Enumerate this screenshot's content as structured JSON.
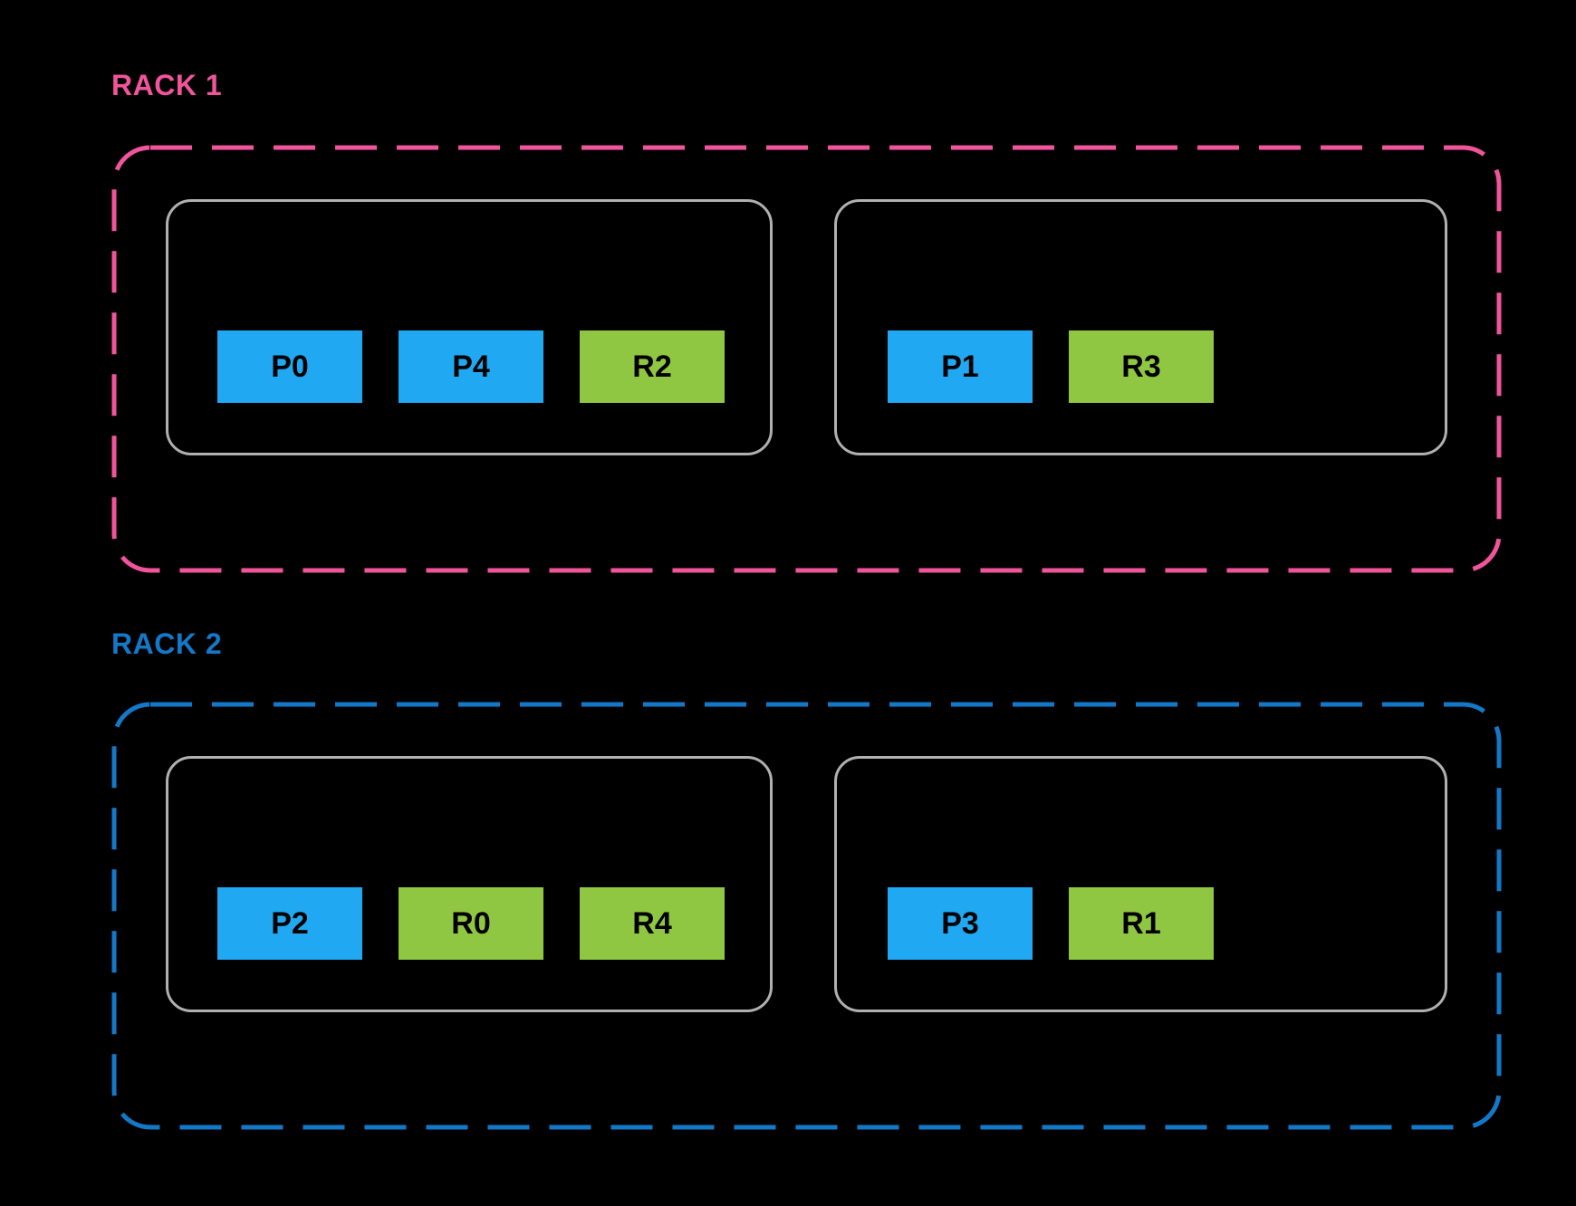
{
  "canvas": {
    "background": "#000000"
  },
  "colors": {
    "rack1_accent": "#F0549B",
    "rack2_accent": "#1478C8",
    "node_border": "#B0B0B0",
    "p_block": "#20A8F2",
    "r_block": "#8FC742",
    "block_text": "#000000"
  },
  "racks": [
    {
      "label": "RACK 1",
      "accent": "#F0549B",
      "nodes": [
        {
          "blocks": [
            {
              "label": "P0",
              "type": "prefill",
              "color": "#20A8F2"
            },
            {
              "label": "P4",
              "type": "prefill",
              "color": "#20A8F2"
            },
            {
              "label": "R2",
              "type": "replica",
              "color": "#8FC742"
            }
          ]
        },
        {
          "blocks": [
            {
              "label": "P1",
              "type": "prefill",
              "color": "#20A8F2"
            },
            {
              "label": "R3",
              "type": "replica",
              "color": "#8FC742"
            }
          ]
        }
      ]
    },
    {
      "label": "RACK 2",
      "accent": "#1478C8",
      "nodes": [
        {
          "blocks": [
            {
              "label": "P2",
              "type": "prefill",
              "color": "#20A8F2"
            },
            {
              "label": "R0",
              "type": "replica",
              "color": "#8FC742"
            },
            {
              "label": "R4",
              "type": "replica",
              "color": "#8FC742"
            }
          ]
        },
        {
          "blocks": [
            {
              "label": "P3",
              "type": "prefill",
              "color": "#20A8F2"
            },
            {
              "label": "R1",
              "type": "replica",
              "color": "#8FC742"
            }
          ]
        }
      ]
    }
  ]
}
